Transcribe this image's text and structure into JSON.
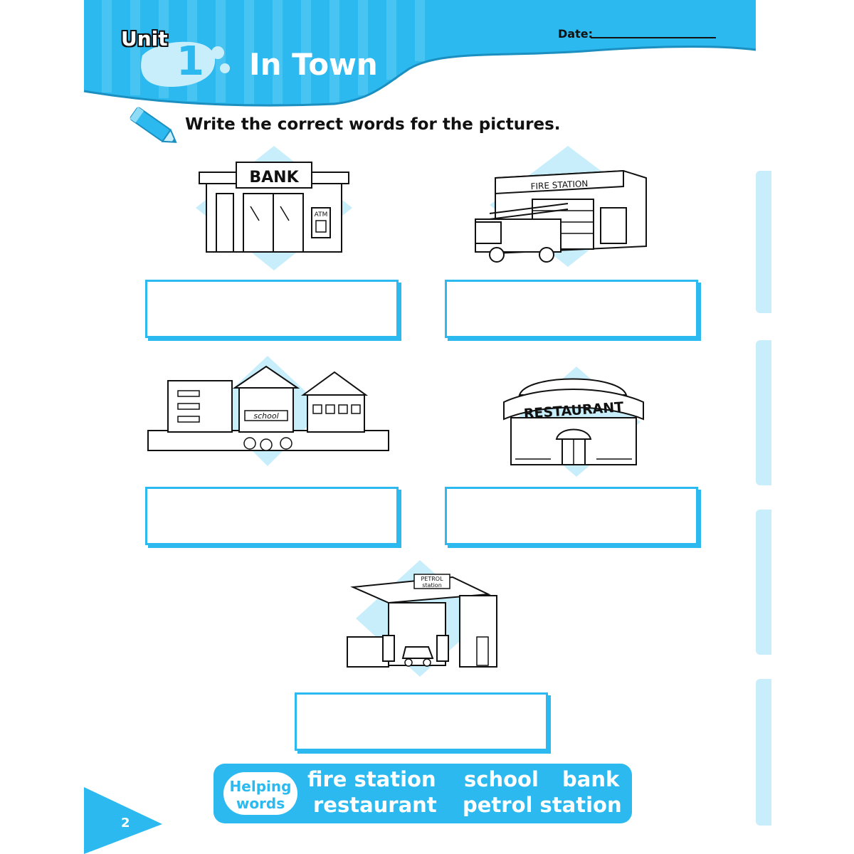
{
  "header": {
    "unit_label": "Unit",
    "unit_number": "1",
    "title": "In Town",
    "date_label": "Date:"
  },
  "instruction": "Write the correct words for the pictures.",
  "pictures": [
    {
      "name": "bank",
      "sign": "BANK",
      "atm_label": "ATM"
    },
    {
      "name": "fire-station",
      "sign": "FIRE STATION"
    },
    {
      "name": "school",
      "sign": "school"
    },
    {
      "name": "restaurant",
      "sign": "RESTAURANT"
    },
    {
      "name": "petrol-station",
      "sign_line1": "PETROL",
      "sign_line2": "station"
    }
  ],
  "answers": [
    "",
    "",
    "",
    "",
    ""
  ],
  "helping_words": {
    "label_line1": "Helping",
    "label_line2": "words",
    "words": [
      "fire station",
      "school",
      "bank",
      "restaurant",
      "petrol station"
    ]
  },
  "page_number": "2",
  "colors": {
    "accent": "#2bb9ef",
    "light_accent": "#c9eefb",
    "text": "#111111"
  }
}
